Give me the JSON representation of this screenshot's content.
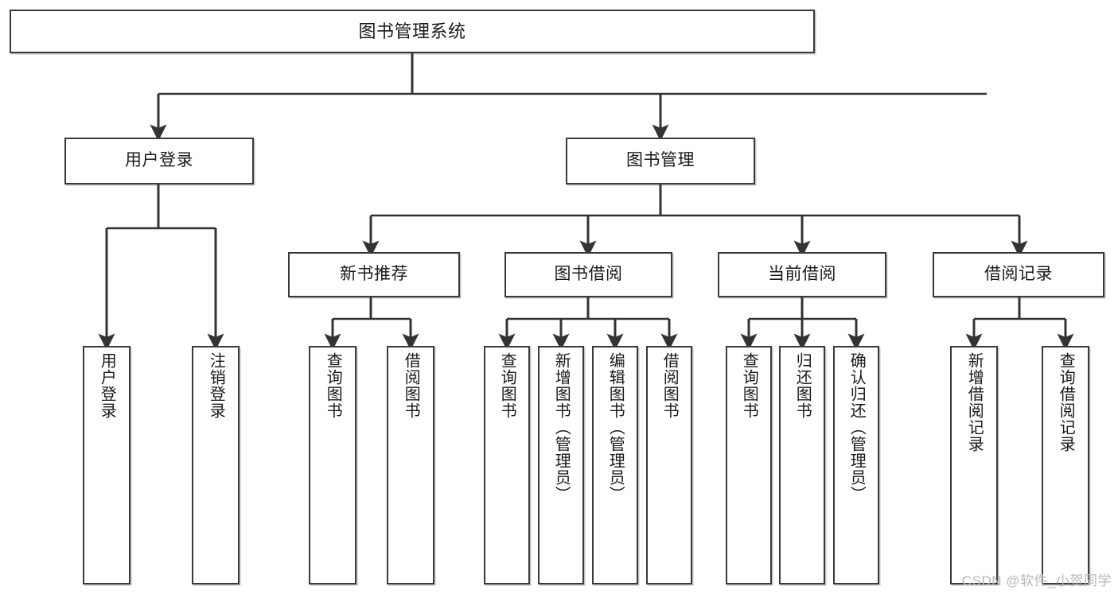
{
  "diagram": {
    "title": "图书管理系统",
    "watermark": "CSDN @软件_小贺同学",
    "accent_color": "#3a3a3a",
    "background_color": "#ffffff",
    "levels": {
      "root": {
        "label": "图书管理系统"
      },
      "level2": [
        {
          "label": "用户登录"
        },
        {
          "label": "图书管理"
        }
      ],
      "level3": [
        {
          "label": "新书推荐"
        },
        {
          "label": "图书借阅"
        },
        {
          "label": "当前借阅"
        },
        {
          "label": "借阅记录"
        }
      ],
      "leaves": {
        "user_login": [
          {
            "label": "用户登录"
          },
          {
            "label": "注销登录"
          }
        ],
        "new_book_recommend": [
          {
            "label": "查询图书"
          },
          {
            "label": "借阅图书"
          }
        ],
        "book_borrow": [
          {
            "label": "查询图书"
          },
          {
            "label": "新增图书（管理员）"
          },
          {
            "label": "编辑图书（管理员）"
          },
          {
            "label": "借阅图书"
          }
        ],
        "current_borrow": [
          {
            "label": "查询图书"
          },
          {
            "label": "归还图书"
          },
          {
            "label": "确认归还（管理员）"
          }
        ],
        "borrow_record": [
          {
            "label": "新增借阅记录"
          },
          {
            "label": "查询借阅记录"
          }
        ]
      }
    }
  }
}
